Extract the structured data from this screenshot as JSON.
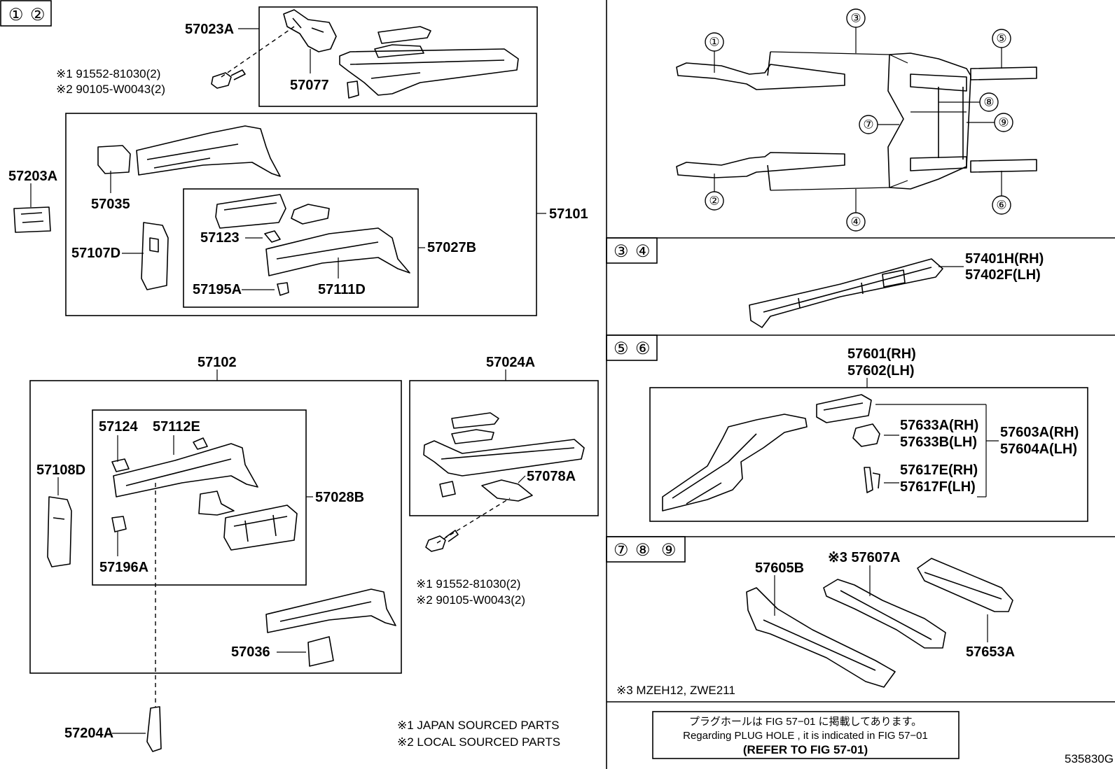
{
  "section_tags": {
    "s12": [
      "①",
      "②"
    ],
    "s34": [
      "③",
      "④"
    ],
    "s56": [
      "⑤",
      "⑥"
    ],
    "s789": [
      "⑦",
      "⑧",
      "⑨"
    ]
  },
  "frame_callouts": [
    "①",
    "②",
    "③",
    "④",
    "⑤",
    "⑥",
    "⑦",
    "⑧",
    "⑨"
  ],
  "parts": {
    "p57023A": "57023A",
    "p57077": "57077",
    "bolt_top_1": "※1 91552-81030(2)",
    "bolt_top_2": "※2 90105-W0043(2)",
    "p57203A": "57203A",
    "p57035": "57035",
    "p57101": "57101",
    "p57123": "57123",
    "p57027B": "57027B",
    "p57107D": "57107D",
    "p57195A": "57195A",
    "p57111D": "57111D",
    "p57102": "57102",
    "p57024A": "57024A",
    "p57124": "57124",
    "p57112E": "57112E",
    "p57108D": "57108D",
    "p57028B": "57028B",
    "p57196A": "57196A",
    "p57078A": "57078A",
    "bolt_mid_1": "※1 91552-81030(2)",
    "bolt_mid_2": "※2 90105-W0043(2)",
    "p57036": "57036",
    "p57204A": "57204A",
    "p57401H": "57401H(RH)",
    "p57402F": "57402F(LH)",
    "p57601": "57601(RH)",
    "p57602": "57602(LH)",
    "p57633A": "57633A(RH)",
    "p57633B": "57633B(LH)",
    "p57603A": "57603A(RH)",
    "p57604A": "57604A(LH)",
    "p57617E": "57617E(RH)",
    "p57617F": "57617F(LH)",
    "p57605B": "57605B",
    "p57607A": "※3 57607A",
    "p57653A": "57653A"
  },
  "notes": {
    "model_note": "※3 MZEH12, ZWE211",
    "japan": "※1 JAPAN SOURCED PARTS",
    "local": "※2 LOCAL SOURCED PARTS",
    "plug_jp": "プラグホールは FIG 57−01 に掲載してあります。",
    "plug_en": "Regarding  PLUG  HOLE , it is indicated in FIG  57−01",
    "plug_ref": "(REFER TO FIG 57-01)",
    "figure_id": "535830G"
  }
}
